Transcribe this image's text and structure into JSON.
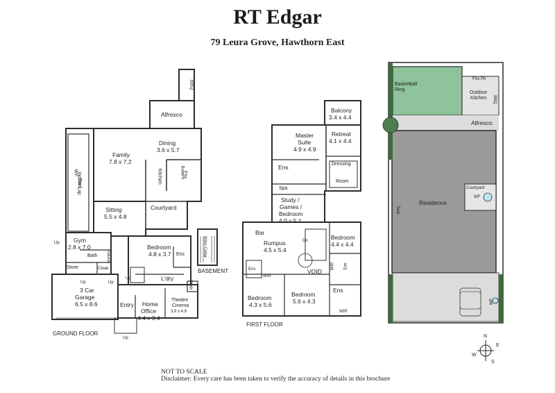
{
  "header": {
    "brand": "RT Edgar",
    "address": "79 Leura Grove, Hawthorn East"
  },
  "ground_floor": {
    "title": "GROUND FLOOR",
    "rooms": {
      "bbq": "BBQ",
      "alfresco": "Alfresco",
      "dining": "Dining",
      "dining_size": "3.6 x 5.7",
      "family": "Family",
      "family_size": "7.8 x 7.2",
      "pool_a": "WF",
      "pool_b": "Indoor Lap",
      "pool_c": "Pool",
      "kitchen": "Kitchen",
      "butlers": "Butler's",
      "pantry": "P'try",
      "sitting": "Sitting",
      "sitting_size": "5.5 x 4.8",
      "courtyard": "Courtyard",
      "gym": "Gym",
      "gym_size": "2.8 x 7.0",
      "bath": "Bath",
      "sauna": "Sauna",
      "store": "Store",
      "cloak": "Cloak",
      "bedroom": "Bedroom",
      "bedroom_size": "4.8 x 3.7",
      "ens": "Ens",
      "ldry": "L'dry",
      "pwdr": "Pwdr",
      "garage_a": "3 Car",
      "garage_b": "Garage",
      "garage_size": "6.5 x 8.6",
      "entry": "Entry",
      "home_office_a": "Home",
      "home_office_b": "Office",
      "home_office_size": "4.4 x 3.4",
      "theatre_a": "Theatre",
      "theatre_b": "Cinema",
      "theatre_size": "3.9 x 4.9",
      "up1": "Up",
      "up2": "Up",
      "up3": "Up",
      "up4": "Up",
      "up5": "Up"
    }
  },
  "basement": {
    "title": "BASEMENT",
    "wine_cellar": "Wine Cellar"
  },
  "first_floor": {
    "title": "FIRST FLOOR",
    "rooms": {
      "balcony": "Balcony",
      "balcony_size": "3.4 x 4.4",
      "master_a": "Master",
      "master_b": "Suite",
      "master_size": "4.9 x 4.9",
      "retreat": "Retreat",
      "retreat_size": "4.1 x 4.4",
      "ens1": "Ens",
      "dressing_a": "Dressing",
      "dressing_b": "Room",
      "spa": "Spa",
      "study_a": "Study /",
      "study_b": "Games /",
      "study_c": "Bedroom",
      "study_size": "4.0 x 5.1",
      "bar": "Bar",
      "rumpus": "Rumpus",
      "rumpus_size": "4.5 x 5.4",
      "bedroom_r": "Bedroom",
      "bedroom_r_size": "4.4 x 4.4",
      "void": "VOID",
      "wir1": "WIR",
      "wir2": "WIR",
      "wir3": "WIR",
      "ens2": "Ens",
      "ens3": "Ens",
      "ens4": "Ens",
      "bedroom_a": "Bedroom",
      "bedroom_a_size": "4.3 x 5.6",
      "bedroom_b": "Bedroom",
      "bedroom_b_size": "5.6 x 4.3",
      "dn": "Dn"
    }
  },
  "site": {
    "basketball_a": "Basketball",
    "basketball_b": "Ring",
    "fire_pit": "Fire Pit",
    "outdoor_a": "Outdoor",
    "outdoor_b": "Kitchen",
    "bbq": "BBQ",
    "alfresco": "Alfresco",
    "residence": "Residence",
    "courtyard": "Courtyard",
    "wf1": "WF",
    "wf2": "WF",
    "tank": "Tank"
  },
  "compass": {
    "n": "N",
    "e": "E",
    "s": "S",
    "w": "W"
  },
  "footer": {
    "not_to_scale": "NOT TO SCALE",
    "disclaimer": "Disclaimer: Every care has been taken to verify the accuracy of details in this brochure"
  },
  "colors": {
    "wall": "#2b2b2b",
    "lawn": "#8fc39b",
    "residence": "#9a9a9a",
    "paving": "#dcdcdc",
    "hedge": "#3f6a3f"
  }
}
